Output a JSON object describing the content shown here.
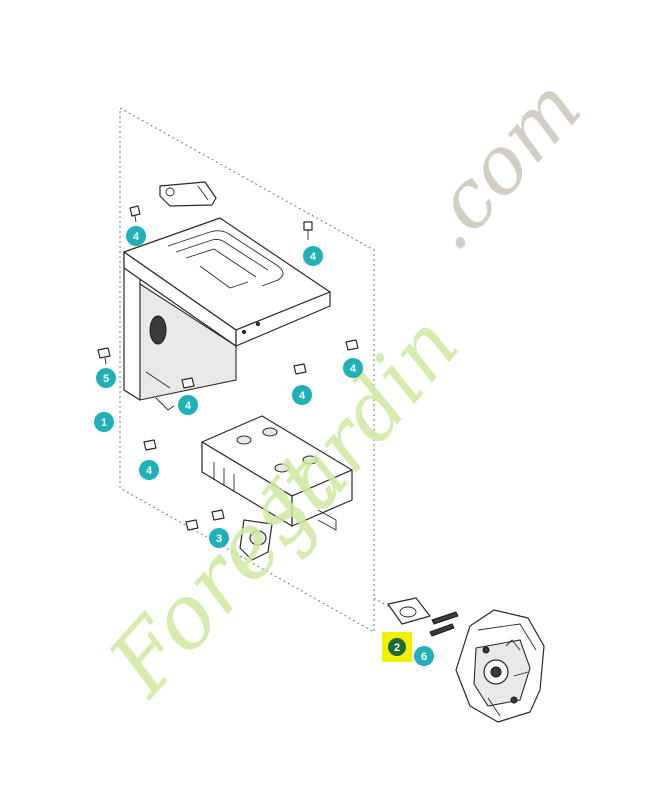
{
  "diagram": {
    "title": "",
    "colors": {
      "callout_teal": "#1fb0b8",
      "callout_highlight_bg": "#f2f200",
      "callout_highlight_dot": "#1e6b3a",
      "line": "#2a2a2a",
      "watermark_green": "#cfe8a0",
      "watermark_grey": "#ccc6ba"
    },
    "callouts": [
      {
        "id": "c1",
        "label": "1",
        "highlighted": false
      },
      {
        "id": "c2",
        "label": "2",
        "highlighted": true
      },
      {
        "id": "c3",
        "label": "3",
        "highlighted": false
      },
      {
        "id": "c4a",
        "label": "4",
        "highlighted": false
      },
      {
        "id": "c4b",
        "label": "4",
        "highlighted": false
      },
      {
        "id": "c4c",
        "label": "4",
        "highlighted": false
      },
      {
        "id": "c4d",
        "label": "4",
        "highlighted": false
      },
      {
        "id": "c4e",
        "label": "4",
        "highlighted": false
      },
      {
        "id": "c4f",
        "label": "4",
        "highlighted": false
      },
      {
        "id": "c5",
        "label": "5",
        "highlighted": false
      },
      {
        "id": "c6",
        "label": "6",
        "highlighted": false
      }
    ],
    "watermark": {
      "part1": "Forest",
      "part2": "Jardin",
      "part3": ".com"
    }
  }
}
